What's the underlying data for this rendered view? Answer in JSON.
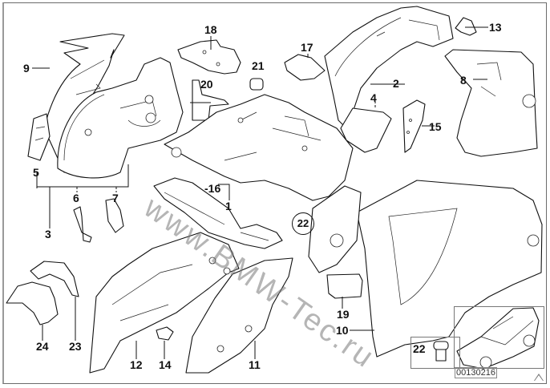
{
  "diagram": {
    "type": "exploded parts diagram",
    "subject": "Body side / wheel arch and rear floor components",
    "watermark": "www.BMW-Tec.ru",
    "document_number": "00130216",
    "revision_symbol": "triangle",
    "inset_label": "22",
    "callout_circle": "22",
    "colors": {
      "line": "#111111",
      "frame": "#6b6b6b",
      "watermark": "#8a8a8a",
      "background": "#ffffff"
    }
  },
  "labels": [
    {
      "id": "1",
      "text": "1"
    },
    {
      "id": "2",
      "text": "2"
    },
    {
      "id": "3",
      "text": "3"
    },
    {
      "id": "4",
      "text": "4"
    },
    {
      "id": "5",
      "text": "5"
    },
    {
      "id": "6",
      "text": "6"
    },
    {
      "id": "7",
      "text": "7"
    },
    {
      "id": "8",
      "text": "8"
    },
    {
      "id": "9",
      "text": "9"
    },
    {
      "id": "10",
      "text": "10"
    },
    {
      "id": "11",
      "text": "11"
    },
    {
      "id": "12",
      "text": "12"
    },
    {
      "id": "13",
      "text": "13"
    },
    {
      "id": "14",
      "text": "14"
    },
    {
      "id": "15",
      "text": "15"
    },
    {
      "id": "16",
      "text": "-16"
    },
    {
      "id": "17",
      "text": "17"
    },
    {
      "id": "18",
      "text": "18"
    },
    {
      "id": "19",
      "text": "19"
    },
    {
      "id": "20",
      "text": "20"
    },
    {
      "id": "21",
      "text": "21"
    },
    {
      "id": "23",
      "text": "23"
    },
    {
      "id": "24",
      "text": "24"
    }
  ]
}
